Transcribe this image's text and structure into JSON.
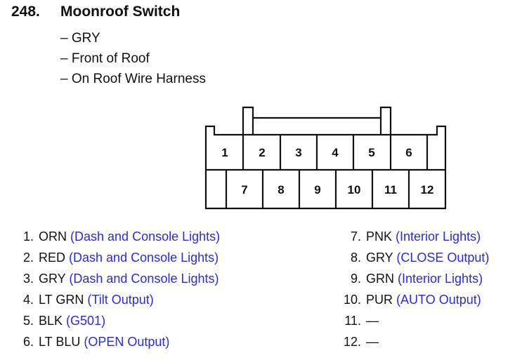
{
  "header": {
    "number": "248.",
    "title": "Moonroof Switch",
    "details": [
      "– GRY",
      "– Front of Roof",
      "– On Roof Wire Harness"
    ]
  },
  "connector": {
    "top_row": [
      "1",
      "2",
      "3",
      "4",
      "5",
      "6"
    ],
    "bottom_row": [
      "7",
      "8",
      "9",
      "10",
      "11",
      "12"
    ]
  },
  "pins_left": [
    {
      "num": "1.",
      "color": "ORN",
      "desc": "(Dash and Console Lights)"
    },
    {
      "num": "2.",
      "color": "RED",
      "desc": "(Dash and Console Lights)"
    },
    {
      "num": "3.",
      "color": "GRY",
      "desc": "(Dash and Console Lights)"
    },
    {
      "num": "4.",
      "color": "LT GRN",
      "desc": "(Tilt Output)"
    },
    {
      "num": "5.",
      "color": "BLK",
      "desc": "(G501)"
    },
    {
      "num": "6.",
      "color": "LT BLU",
      "desc": "(OPEN Output)"
    }
  ],
  "pins_right": [
    {
      "num": "7.",
      "color": "PNK",
      "desc": "(Interior Lights)"
    },
    {
      "num": "8.",
      "color": "GRY",
      "desc": "(CLOSE Output)"
    },
    {
      "num": "9.",
      "color": "GRN",
      "desc": "(Interior Lights)"
    },
    {
      "num": "10.",
      "color": "PUR",
      "desc": "(AUTO Output)"
    },
    {
      "num": "11.",
      "color": "—",
      "desc": ""
    },
    {
      "num": "12.",
      "color": "—",
      "desc": ""
    }
  ],
  "colors": {
    "text": "#111111",
    "description": "#2a2ae0",
    "outline": "#111111"
  }
}
